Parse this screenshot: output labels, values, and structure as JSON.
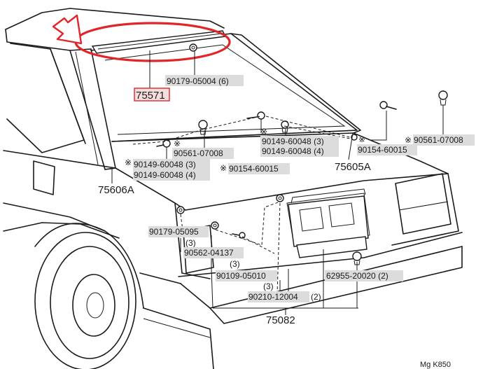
{
  "colors": {
    "highlight": "#e0262b",
    "ink": "#1a1a1a",
    "label_bg": "#dcdcdc",
    "part_box": "#f7dede"
  },
  "parts": {
    "p75571": "75571",
    "p90179_05004": "90179-05004 (6)",
    "p90561_07008_left": "90561-07008",
    "p90149_60048_3_left": "90149-60048 (3)",
    "p90149_60048_4_left": "90149-60048 (4)",
    "p90154_60015_left": "90154-60015",
    "p90149_60048_3_mid": "90149-60048 (3)",
    "p90149_60048_4_mid": "90149-60048 (4)",
    "p90154_60015_right": "90154-60015",
    "p90561_07008_right": "90561-07008",
    "p75605A": "75605A",
    "p75606A": "75606A",
    "p90179_05095": "90179-05095",
    "q3_a": "(3)",
    "p90562_04137": "90562-04137",
    "q3_b": "(3)",
    "p90109_05010": "90109-05010",
    "q3_c": "(3)",
    "p62955_20020": "62955-20020 (2)",
    "p90210_12004": "90210-12004",
    "q2": "(2)",
    "p75082": "75082"
  },
  "marks": {
    "asterisk": "※",
    "asterisk_note": "※"
  },
  "footer": {
    "code": "Mg K850"
  },
  "icons": [
    "pointer-arrow-icon",
    "screw-icon",
    "clip-icon"
  ]
}
